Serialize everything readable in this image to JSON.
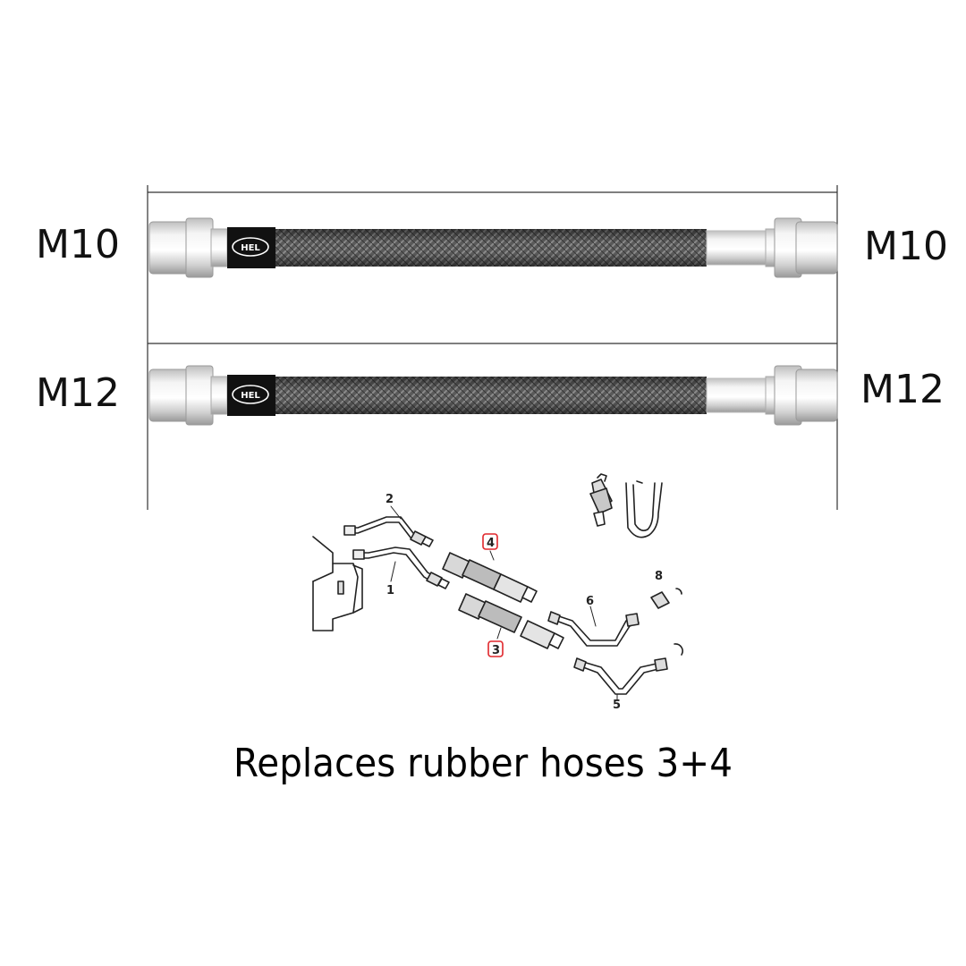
{
  "hoses": [
    {
      "left_thread": "M10",
      "right_thread": "M10",
      "brand": "HEL"
    },
    {
      "left_thread": "M12",
      "right_thread": "M12",
      "brand": "HEL"
    }
  ],
  "diagram": {
    "callouts": [
      "1",
      "2",
      "3",
      "4",
      "5",
      "6",
      "8"
    ],
    "highlighted": [
      "3",
      "4"
    ],
    "highlight_color": "#e0262b"
  },
  "caption": "Replaces rubber hoses 3+4"
}
